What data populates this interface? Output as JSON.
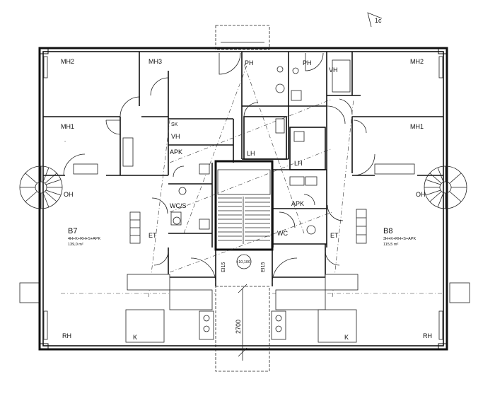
{
  "units": {
    "left": {
      "id": "B7",
      "type": "4H+K+RH+S+APK",
      "area": "139,0 m²"
    },
    "right": {
      "id": "B8",
      "type": "3H+K+RH+S+APK",
      "area": "115,5 m²"
    }
  },
  "rooms": {
    "mh2_left": "MH2",
    "mh3": "MH3",
    "ph_left": "PH",
    "ph_right": "PH",
    "vh_top": "VH",
    "mh2_right": "MH2",
    "mh1_left": "MH1",
    "mh1_right": "MH1",
    "sk": "SK",
    "vh_left": "VH",
    "apk_left": "APK",
    "lh_left": "LH",
    "lh_right": "LH",
    "oh_left": "OH",
    "oh_right": "OH",
    "wcs": "WC/S",
    "apk_right": "APK",
    "wc": "WC",
    "et_left": "ET",
    "et_right": "ET",
    "rh_left": "RH",
    "rh_right": "RH",
    "k_left": "K",
    "k_right": "K"
  },
  "stair": {
    "level": "+10,100",
    "door_left": "EI15",
    "door_right": "EI15"
  },
  "dimension": "2700",
  "corner_mark": "1c"
}
